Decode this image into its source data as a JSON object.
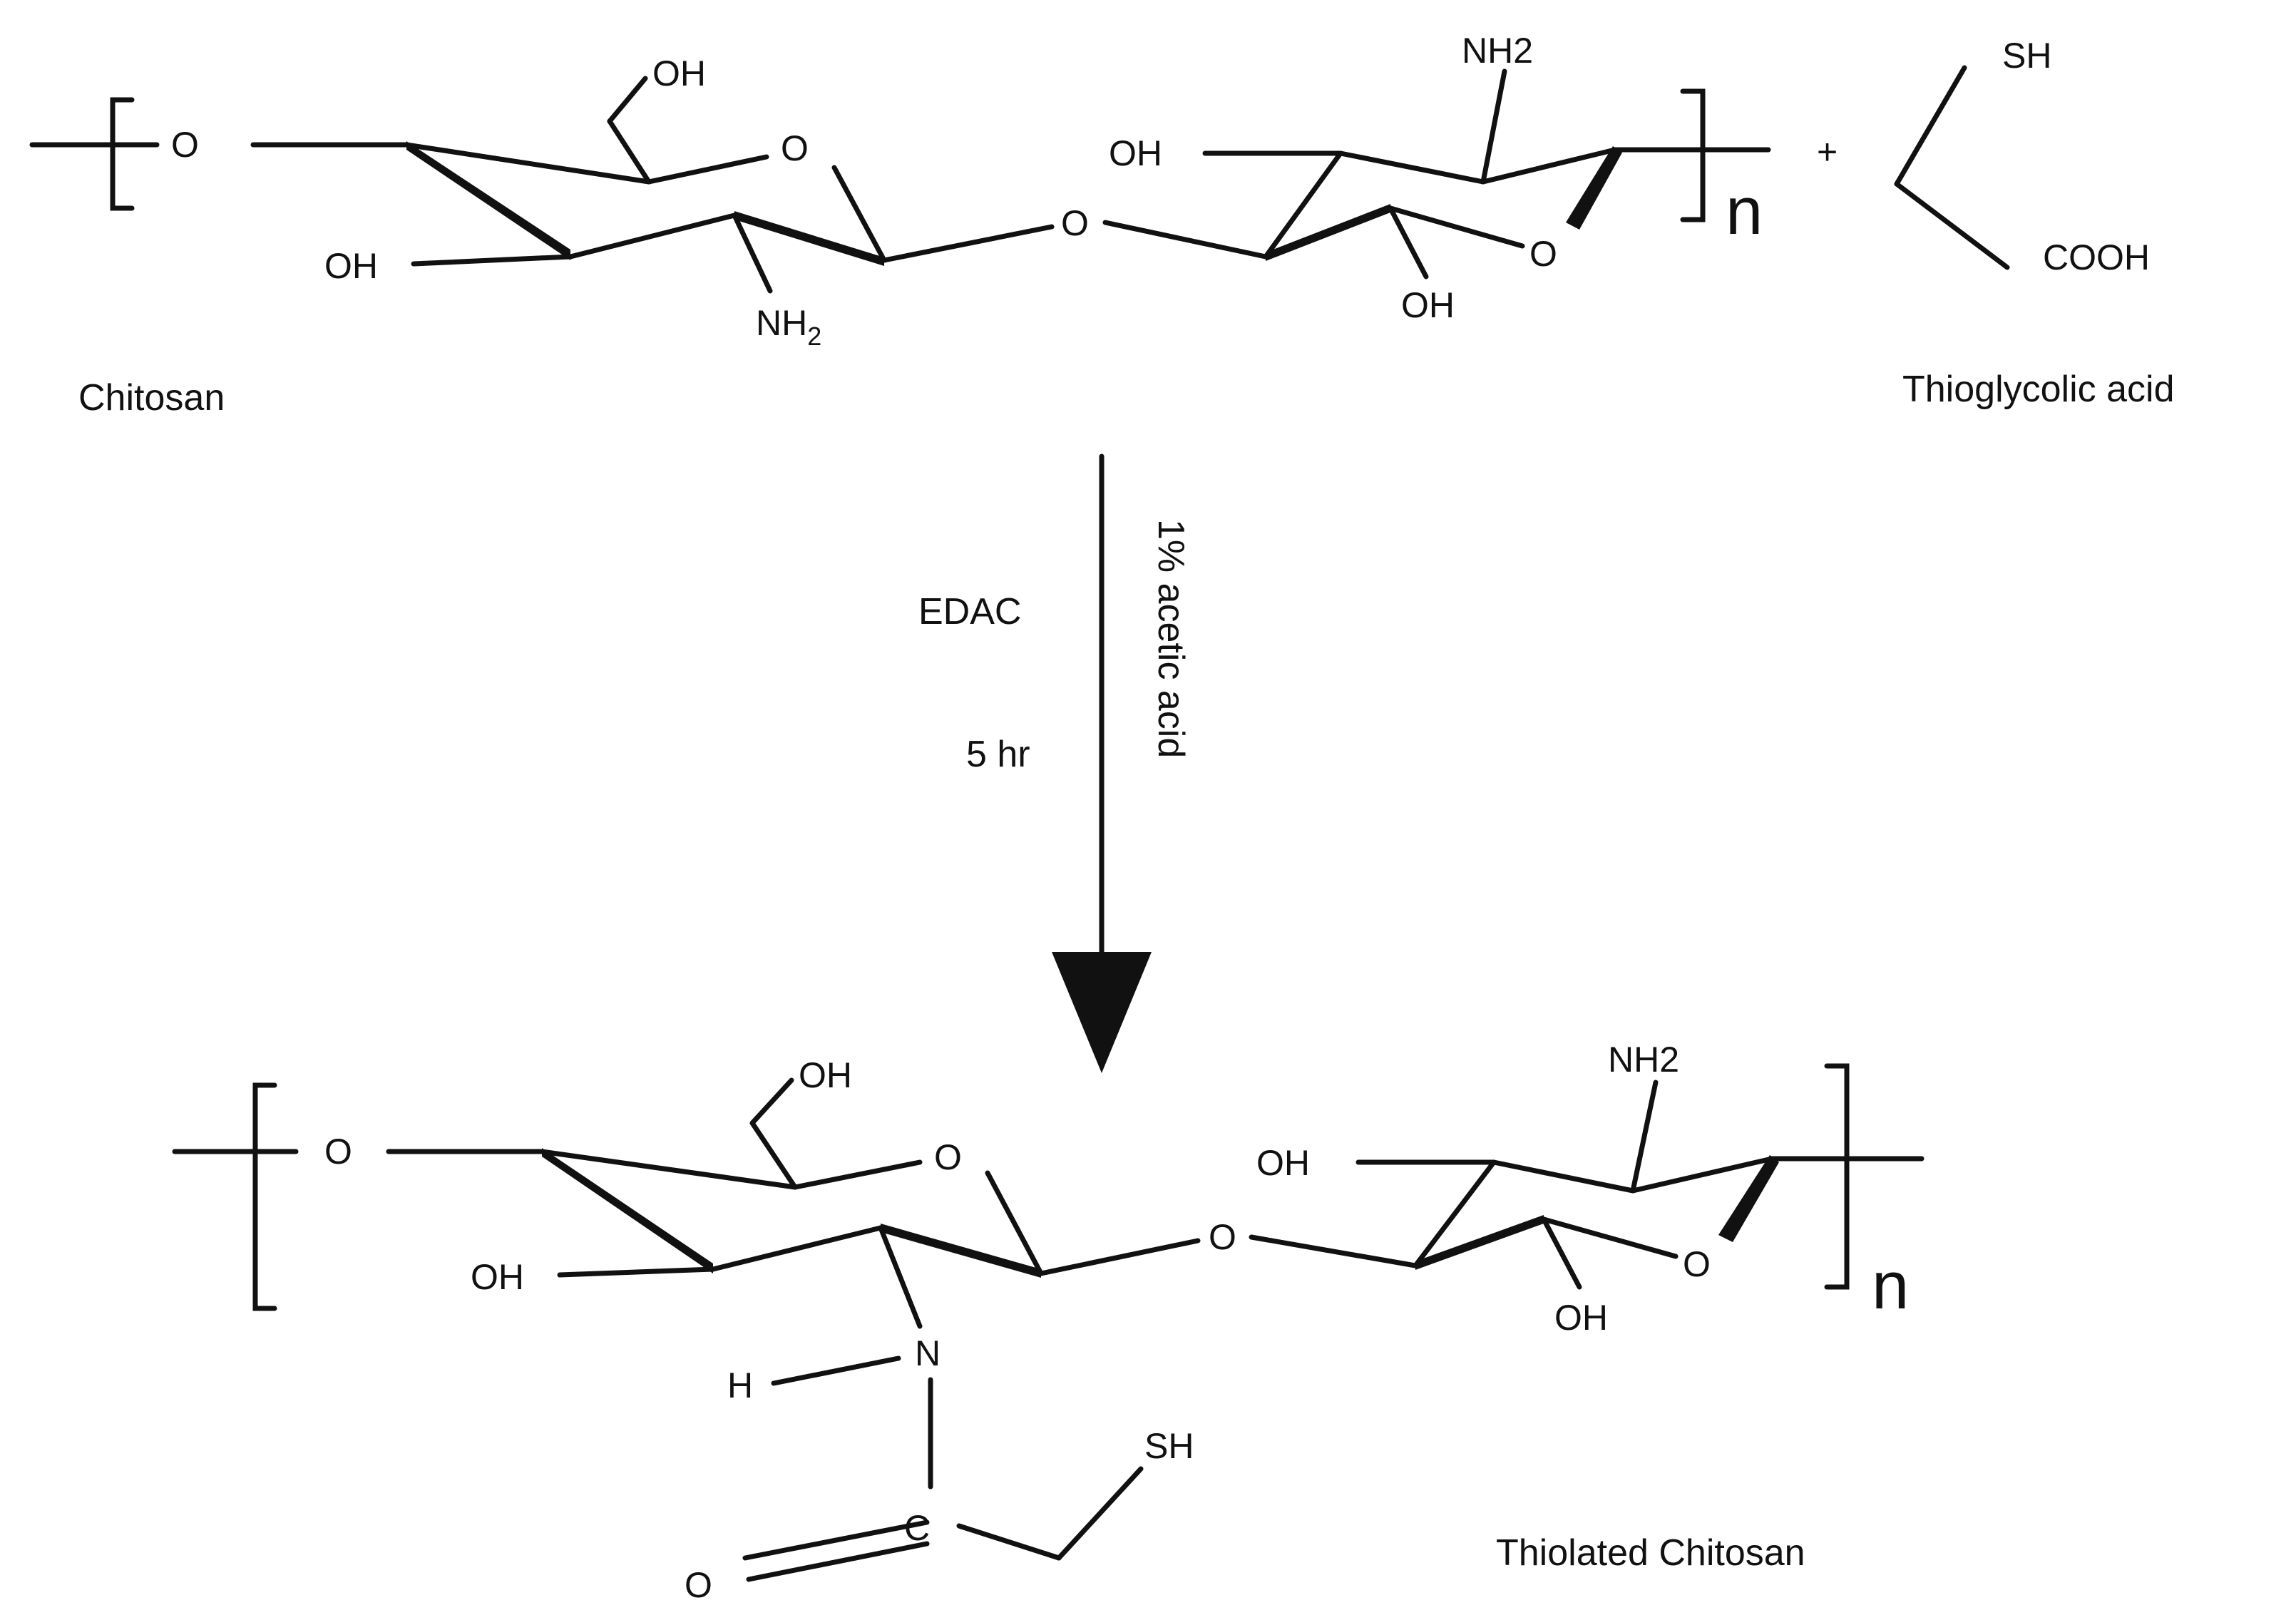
{
  "reactant1": {
    "name": "Chitosan",
    "atoms": {
      "chain_o_left": "O",
      "ch2oh": "OH",
      "ring_o1": "O",
      "oh_left": "OH",
      "nh2_left": "NH",
      "nh2_left_sub": "2",
      "bridge_o": "O",
      "oh_top_right": "OH",
      "nh2_right": "NH2",
      "ring_o2": "O",
      "oh_bottom_right": "OH"
    },
    "repeat": "n"
  },
  "plus_sign": "+",
  "reactant2": {
    "name": "Thioglycolic acid",
    "sh": "SH",
    "cooh": "COOH"
  },
  "conditions": {
    "reagent": "EDAC",
    "time": "5 hr",
    "solvent": "1% acetic acid"
  },
  "product": {
    "name": "Thiolated Chitosan",
    "atoms": {
      "chain_o_left": "O",
      "ch2oh": "OH",
      "ring_o1": "O",
      "oh_left": "OH",
      "n": "N",
      "h": "H",
      "c": "C",
      "o_carbonyl": "O",
      "sh": "SH",
      "bridge_o": "O",
      "oh_top_right": "OH",
      "nh2_right": "NH2",
      "ring_o2": "O",
      "oh_bottom_right": "OH"
    },
    "repeat": "n"
  }
}
